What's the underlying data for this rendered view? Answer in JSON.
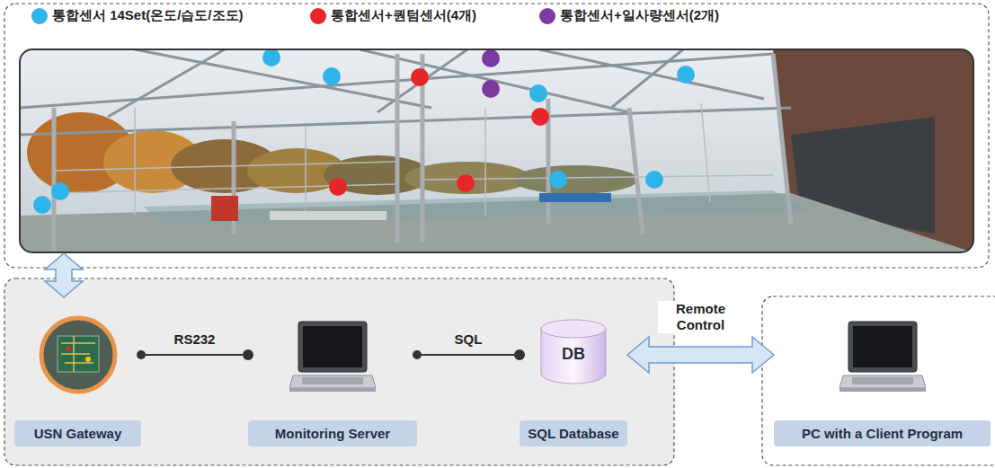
{
  "diagram": {
    "nodes": [
      {
        "text": [
          "USN Gateway"
        ]
      },
      {
        "text": [
          "Monitoring Server"
        ]
      },
      {
        "text": [
          "DB",
          "SQL Database"
        ]
      },
      {
        "text": [
          "PC with a Client Program"
        ]
      }
    ],
    "edges": [
      {
        "from": 0,
        "to": 1,
        "label": "RS232",
        "arrow": "none"
      },
      {
        "from": 1,
        "to": 2,
        "label": "SQL",
        "arrow": "none"
      },
      {
        "from": 2,
        "to": 3,
        "label": "Remote Control",
        "arrow": "both"
      }
    ],
    "legend": [
      {
        "text": "통합센서 14Set(온도/습도/조도)",
        "color": "#2fb4ea"
      },
      {
        "text": "통합센서+퀀텀센서(4개)",
        "color": "#e8262a"
      },
      {
        "text": "통합센서+일사량센서(2개)",
        "color": "#7b3aa0"
      }
    ]
  }
}
